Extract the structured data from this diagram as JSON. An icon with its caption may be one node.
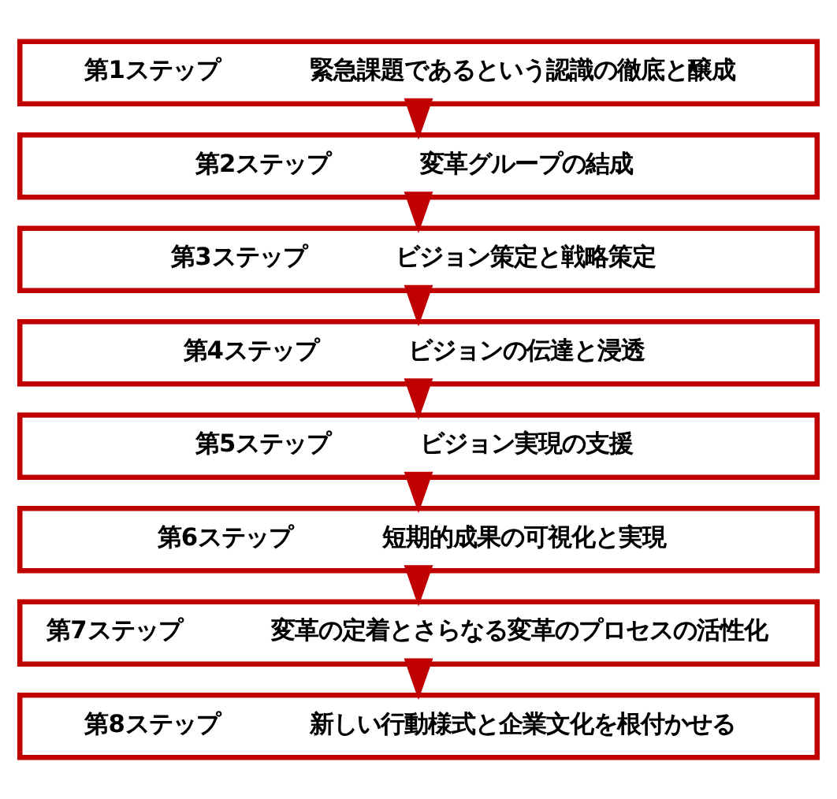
{
  "diagram": {
    "nodes": [
      {
        "text": [
          "第1ステップ",
          "緊急課題であるという認識の徹底と醸成"
        ]
      },
      {
        "text": [
          "第2ステップ",
          "変革グループの結成"
        ]
      },
      {
        "text": [
          "第3ステップ",
          "ビジョン策定と戦略策定"
        ]
      },
      {
        "text": [
          "第4ステップ",
          "ビジョンの伝達と浸透"
        ]
      },
      {
        "text": [
          "第5ステップ",
          "ビジョン実現の支援"
        ]
      },
      {
        "text": [
          "第6ステップ",
          "短期的成果の可視化と実現"
        ]
      },
      {
        "text": [
          "第7ステップ",
          "変革の定着とさらなる変革のプロセスの活性化"
        ]
      },
      {
        "text": [
          "第8ステップ",
          "新しい行動様式と企業文化を根付かせる"
        ]
      }
    ],
    "edges": [
      {
        "from": 0,
        "to": 1,
        "arrow": "to"
      },
      {
        "from": 1,
        "to": 2,
        "arrow": "to"
      },
      {
        "from": 2,
        "to": 3,
        "arrow": "to"
      },
      {
        "from": 3,
        "to": 4,
        "arrow": "to"
      },
      {
        "from": 4,
        "to": 5,
        "arrow": "to"
      },
      {
        "from": 5,
        "to": 6,
        "arrow": "to"
      },
      {
        "from": 6,
        "to": 7,
        "arrow": "to"
      }
    ]
  }
}
